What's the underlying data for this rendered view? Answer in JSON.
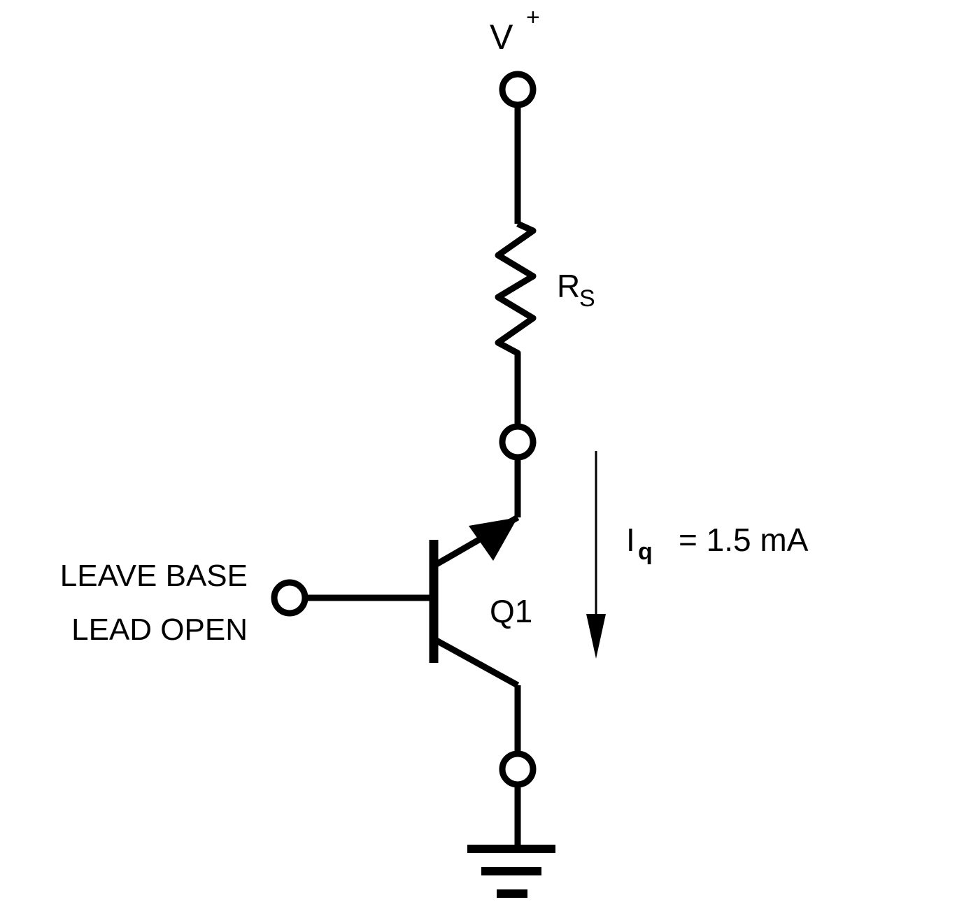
{
  "supply": {
    "label": "V",
    "superscript": "+"
  },
  "resistor": {
    "label": "R",
    "subscript": "S"
  },
  "current": {
    "label": "I",
    "subscript": "q",
    "equation": "= 1.5 mA"
  },
  "transistor": {
    "label": "Q1"
  },
  "base_note": {
    "line1": "LEAVE BASE",
    "line2": "LEAD OPEN"
  }
}
